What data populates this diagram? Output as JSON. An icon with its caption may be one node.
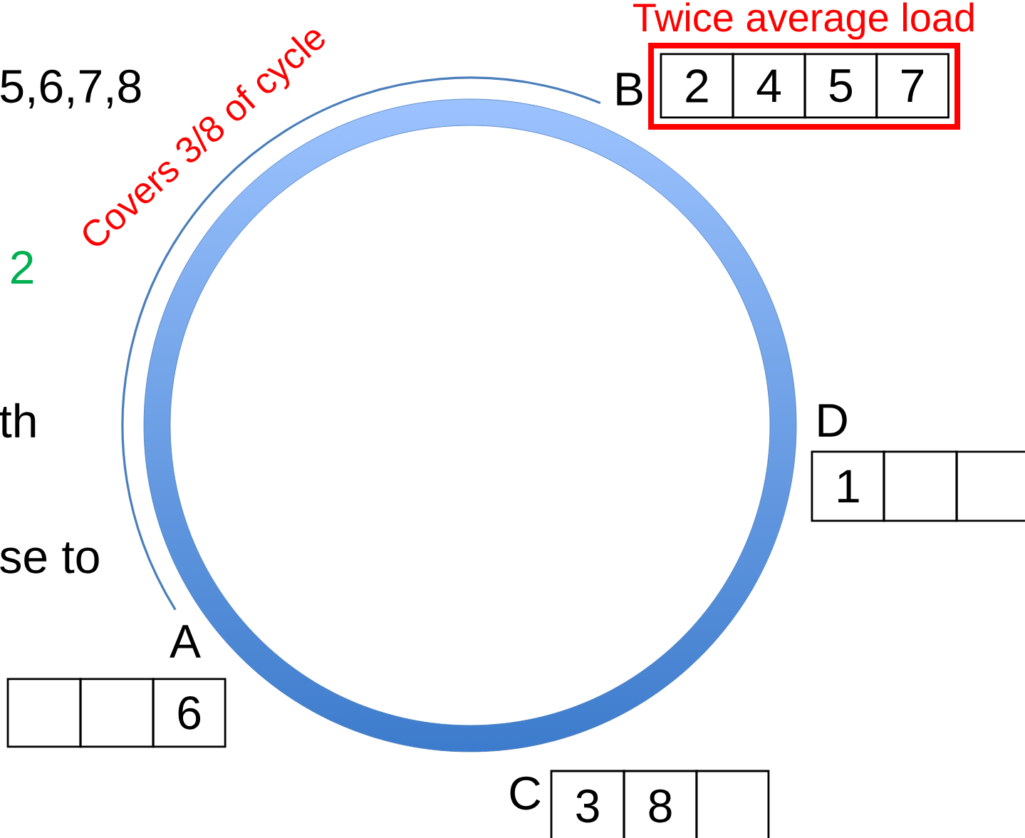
{
  "diagram": {
    "nodes": [
      {
        "text": [
          "Twice average load"
        ]
      },
      {
        "text": [
          "2"
        ],
        "in": 0
      },
      {
        "text": [
          "4"
        ],
        "in": 0
      },
      {
        "text": [
          "5"
        ],
        "in": 0
      },
      {
        "text": [
          "7"
        ],
        "in": 0
      },
      {
        "text": [
          "1"
        ]
      },
      {
        "text": [],
        "shape": "box"
      },
      {
        "text": [],
        "shape": "box"
      },
      {
        "text": [],
        "shape": "box"
      },
      {
        "text": [],
        "shape": "box"
      },
      {
        "text": [
          "6"
        ]
      },
      {
        "text": [
          "3"
        ]
      },
      {
        "text": [
          "8"
        ]
      },
      {
        "text": [],
        "shape": "box"
      }
    ],
    "labels": [
      "5,6,7,8",
      "Covers 3/8 of cycle",
      "2",
      "th",
      "se to",
      "B",
      "D",
      "A",
      "C"
    ]
  }
}
